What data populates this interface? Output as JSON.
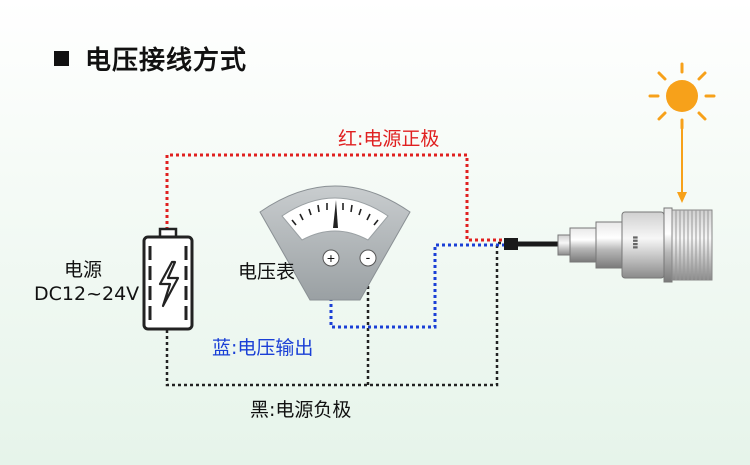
{
  "header": {
    "title": "电压接线方式"
  },
  "labels": {
    "red_wire": "红:电源正极",
    "blue_wire": "蓝:电压输出",
    "black_wire": "黑:电源负极",
    "power_line1": "电源",
    "power_line2": "DC12~24V",
    "voltmeter": "电压表",
    "plus": "+",
    "minus": "-"
  },
  "icons": {
    "battery": "battery-lightning-icon",
    "sun": "sun-icon",
    "sensor": "pressure-sensor-image"
  },
  "colors": {
    "red_wire": "#e02020",
    "blue_wire": "#1a3fd6",
    "black_wire": "#222222",
    "sun": "#f7a11a"
  }
}
